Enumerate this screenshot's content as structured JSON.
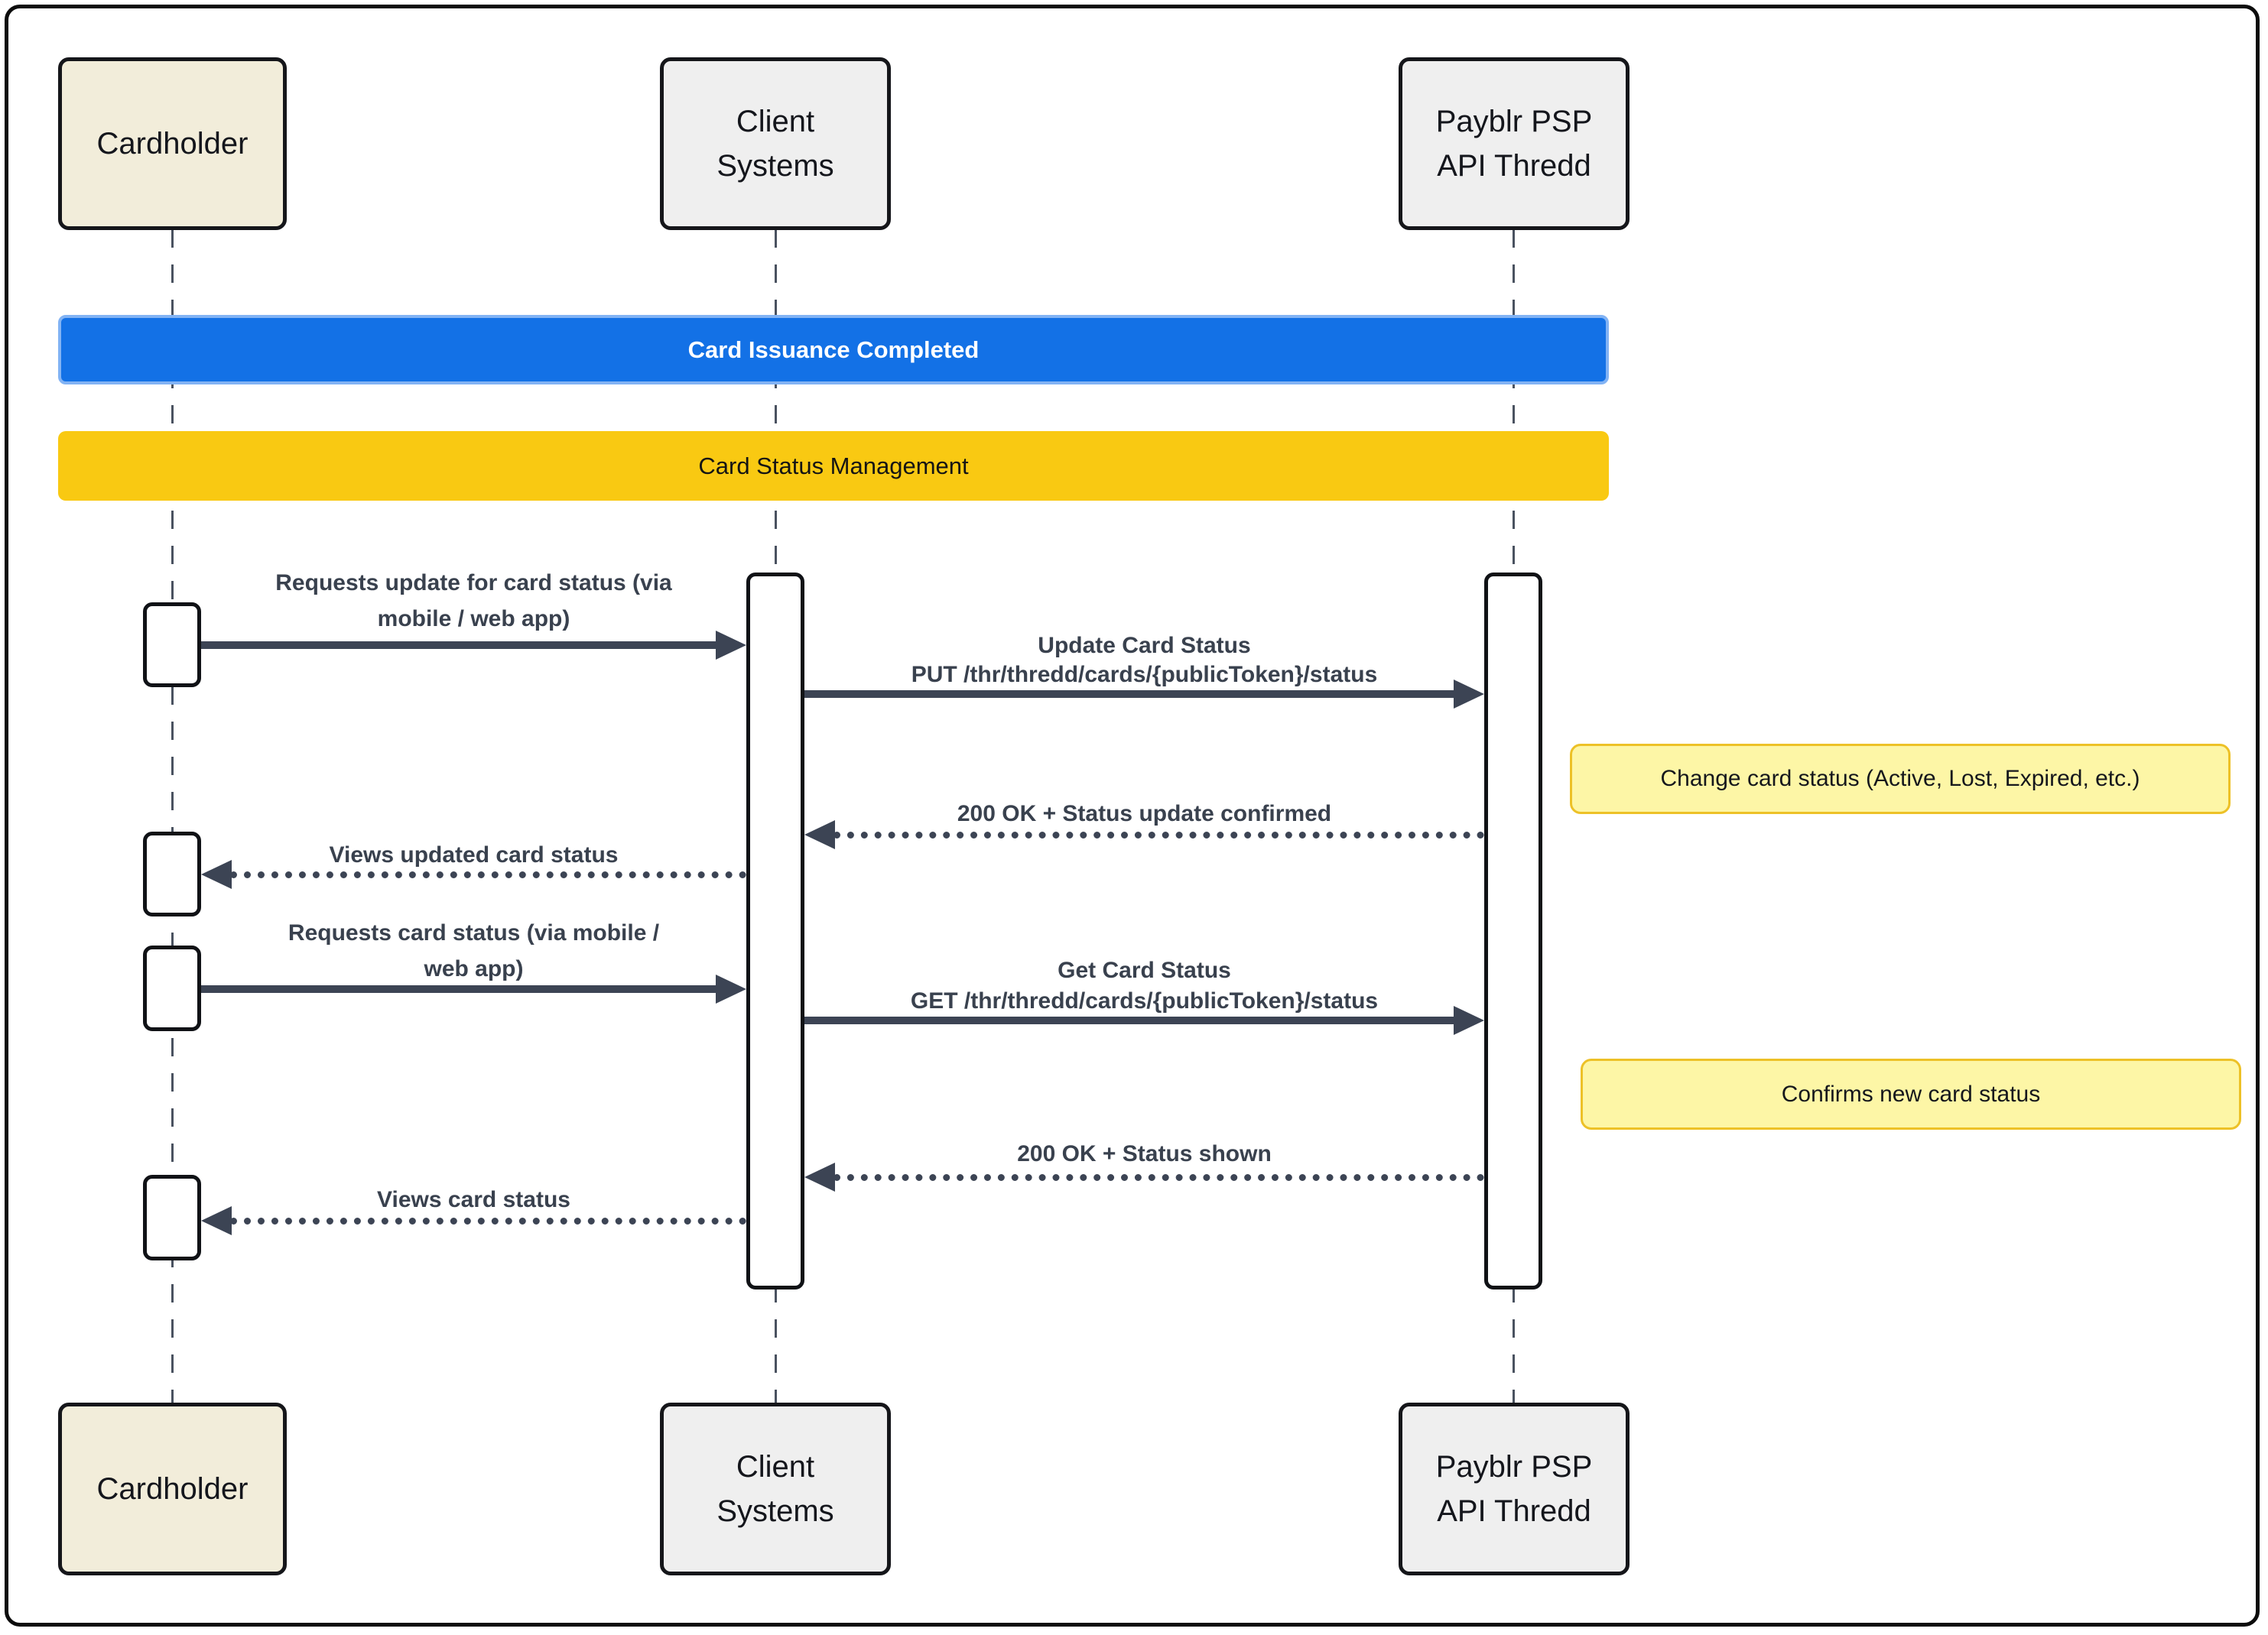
{
  "diagram": {
    "actors": [
      {
        "name": "Cardholder",
        "lines": [
          "Cardholder"
        ]
      },
      {
        "name": "Client Systems",
        "lines": [
          "Client",
          "Systems"
        ]
      },
      {
        "name": "Payblr PSP API Thredd",
        "lines": [
          "Payblr PSP",
          "API Thredd"
        ]
      }
    ],
    "banners": [
      {
        "label": "Card Issuance Completed",
        "color": "#1371e6",
        "text_color": "#ffffff"
      },
      {
        "label": "Card Status Management",
        "color": "#f9c912",
        "text_color": "#141414"
      }
    ],
    "messages": [
      {
        "type": "solid",
        "direction": "right",
        "lines": [
          "Requests update for card status (via",
          "mobile / web app)"
        ]
      },
      {
        "type": "solid",
        "direction": "right",
        "lines": [
          "Update Card Status",
          "PUT /thr/thredd/cards/{publicToken}/status"
        ]
      },
      {
        "type": "dotted",
        "direction": "left",
        "lines": [
          "200 OK + Status update confirmed"
        ]
      },
      {
        "type": "dotted",
        "direction": "left",
        "lines": [
          "Views updated card status"
        ]
      },
      {
        "type": "solid",
        "direction": "right",
        "lines": [
          "Requests card status (via mobile /",
          "web app)"
        ]
      },
      {
        "type": "solid",
        "direction": "right",
        "lines": [
          "Get Card Status",
          "GET /thr/thredd/cards/{publicToken}/status"
        ]
      },
      {
        "type": "dotted",
        "direction": "left",
        "lines": [
          "200 OK + Status shown"
        ]
      },
      {
        "type": "dotted",
        "direction": "left",
        "lines": [
          "Views card status"
        ]
      }
    ],
    "notes": [
      {
        "text": "Change card status (Active, Lost, Expired, etc.)"
      },
      {
        "text": "Confirms new card status"
      }
    ],
    "colors": {
      "actor_beige": "#f2edda",
      "actor_gray": "#efefef",
      "banner_blue": "#1371e6",
      "banner_blue_border": "#82b3f4",
      "banner_yellow": "#f9c912",
      "note_fill": "#fdf6a6",
      "note_border": "#edc127",
      "arrow": "#3c4454",
      "lifeline": "#4a5260"
    }
  }
}
